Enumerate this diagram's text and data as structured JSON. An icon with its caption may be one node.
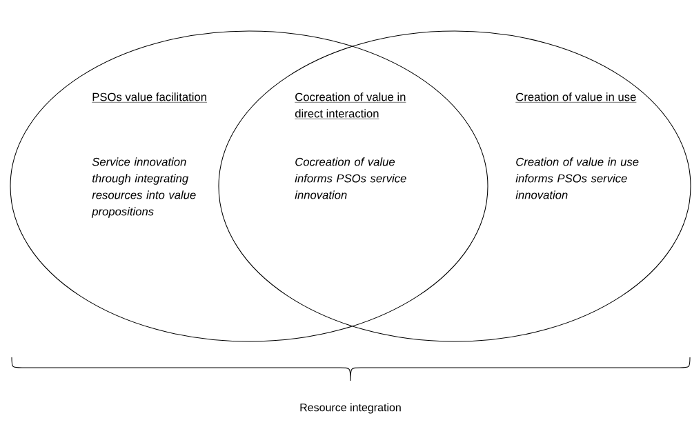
{
  "diagram": {
    "nodes": [
      {
        "text": [
          "PSOs value facilitation",
          "Service innovation through integrating resources into value propositions"
        ]
      },
      {
        "text": [
          "Creation of value in use",
          "Creation of value in use informs PSOs service innovation"
        ]
      }
    ],
    "labels": [
      "Cocreation of value in direct interaction",
      "Cocreation of value informs PSOs service innovation",
      "Resource integration"
    ]
  }
}
